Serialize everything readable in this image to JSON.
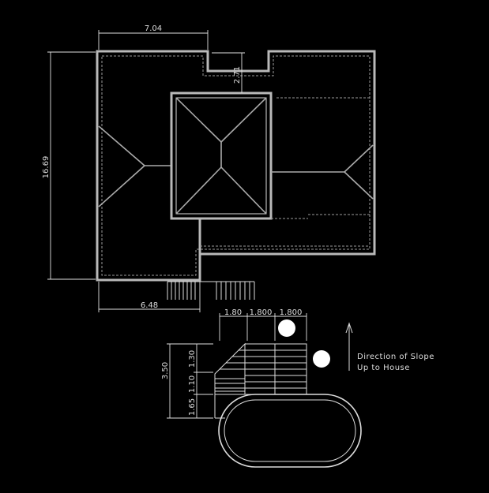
{
  "dimensions": {
    "top_width": "7.04",
    "step_gap": "2.71",
    "overall_length": "16.69",
    "bottom_width": "6.48",
    "pad_w1": "1.80",
    "pad_w2": "1.800",
    "pad_w3": "1.800",
    "pad_total_h": "3.50",
    "pad_h1": "1.30",
    "pad_h2": "1.10",
    "pad_h3": "1.65"
  },
  "notes": {
    "slope_line1": "Direction of Slope",
    "slope_line2": "Up to House"
  }
}
